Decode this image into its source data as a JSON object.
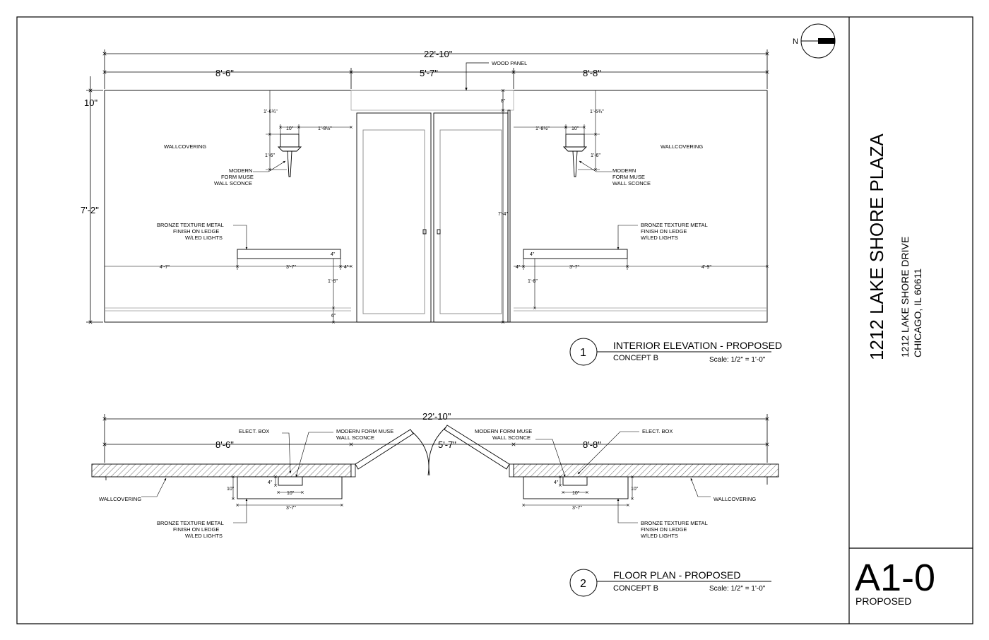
{
  "title_block": {
    "project_name": "1212 LAKE SHORE PLAZA",
    "address_line1": "1212 LAKE SHORE DRIVE",
    "address_line2": "CHICAGO, IL 60611",
    "sheet_number": "A1-0",
    "sheet_status": "PROPOSED",
    "north_label": "N"
  },
  "elevation": {
    "callout_number": "1",
    "title": "INTERIOR ELEVATION - PROPOSED",
    "subtitle": "CONCEPT B",
    "scale": "Scale: 1/2\" = 1'-0\"",
    "dims": {
      "overall": "22'-10\"",
      "left": "8'-6\"",
      "center": "5'-7\"",
      "right": "8'-8\"",
      "top_band": "10\"",
      "wall_height": "7'-2\"",
      "door_head": "8\"",
      "door_height": "7'-4\"",
      "sconce_top": "1'-6¾\"",
      "sconce_width": "10\"",
      "sconce_offset": "1'-8½\"",
      "sconce_drop": "1'-6\"",
      "ledge_left_offset": "4'-7\"",
      "ledge_length": "3'-7\"",
      "ledge_gap": "4\"",
      "ledge_right_offset": "4'-9\"",
      "ledge_thickness": "4\"",
      "ledge_height": "1'-8\"",
      "base": "6\""
    },
    "labels": {
      "wood_panel": "WOOD PANEL",
      "wallcovering": "WALLCOVERING",
      "sconce": [
        "MODERN",
        "FORM MUSE",
        "WALL SCONCE"
      ],
      "ledge": [
        "BRONZE TEXTURE METAL",
        "FINISH ON LEDGE",
        "W/LED LIGHTS"
      ]
    }
  },
  "plan": {
    "callout_number": "2",
    "title": "FLOOR PLAN - PROPOSED",
    "subtitle": "CONCEPT B",
    "scale": "Scale: 1/2\" = 1'-0\"",
    "dims": {
      "overall": "22'-10\"",
      "left": "8'-6\"",
      "center": "5'-7\"",
      "right": "8'-8\"",
      "ledge_depth": "10\"",
      "box_depth": "4\"",
      "sconce_width": "10\"",
      "ledge_length": "3'-7\""
    },
    "labels": {
      "elect_box": "ELECT. BOX",
      "sconce": [
        "MODERN FORM MUSE",
        "WALL SCONCE"
      ],
      "wallcovering": "WALLCOVERING",
      "ledge": [
        "BRONZE TEXTURE METAL",
        "FINISH ON LEDGE",
        "W/LED LIGHTS"
      ]
    }
  }
}
